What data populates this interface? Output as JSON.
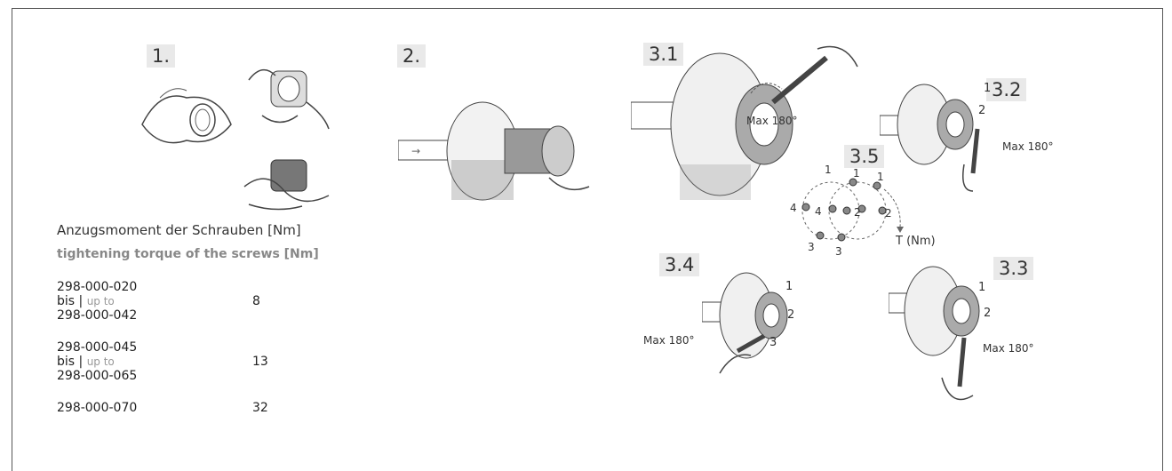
{
  "steps": {
    "s1": "1.",
    "s2": "2.",
    "s31": "3.1",
    "s32": "3.2",
    "s33": "3.3",
    "s34": "3.4",
    "s35": "3.5"
  },
  "annotations": {
    "max_angle": "Max 180°",
    "torque_unit": "T (Nm)",
    "bolt_1": "1",
    "bolt_2": "2",
    "bolt_3": "3",
    "bolt_4": "4"
  },
  "torque_table": {
    "title_de": "Anzugsmoment der Schrauben [Nm]",
    "title_en": "tightening torque of the screws [Nm]",
    "rows": [
      {
        "from": "298-000-020",
        "sep_de": "bis | ",
        "sep_en": "up to",
        "to": "298-000-042",
        "value": "8"
      },
      {
        "from": "298-000-045",
        "sep_de": "bis | ",
        "sep_en": "up to",
        "to": "298-000-065",
        "value": "13"
      },
      {
        "from": "298-000-070",
        "value": "32"
      }
    ]
  }
}
